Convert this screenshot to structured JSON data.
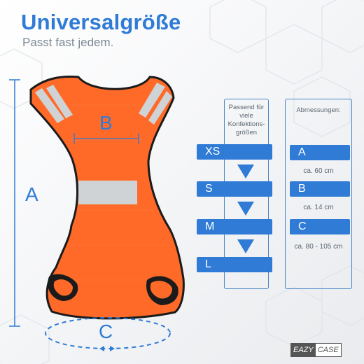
{
  "header": {
    "title": "Universalgröße",
    "subtitle": "Passt fast jedem."
  },
  "dimension_labels": {
    "a": "A",
    "b": "B",
    "c": "C"
  },
  "sizes_panel": {
    "heading": "Passend für viele Konfektions-größen",
    "sizes": [
      "XS",
      "S",
      "M",
      "L"
    ]
  },
  "measurements_panel": {
    "heading": "Abmessungen:",
    "items": [
      {
        "label": "A",
        "value": "ca. 60 cm"
      },
      {
        "label": "B",
        "value": "ca. 14 cm"
      },
      {
        "label": "C",
        "value": "ca. 80 - 105 cm"
      }
    ]
  },
  "brand": {
    "part1": "EAZY",
    "part2": "CASE"
  },
  "colors": {
    "accent": "#2f7bd6",
    "vest_orange": "#ff6a28",
    "reflective": "#cfd3d6"
  }
}
